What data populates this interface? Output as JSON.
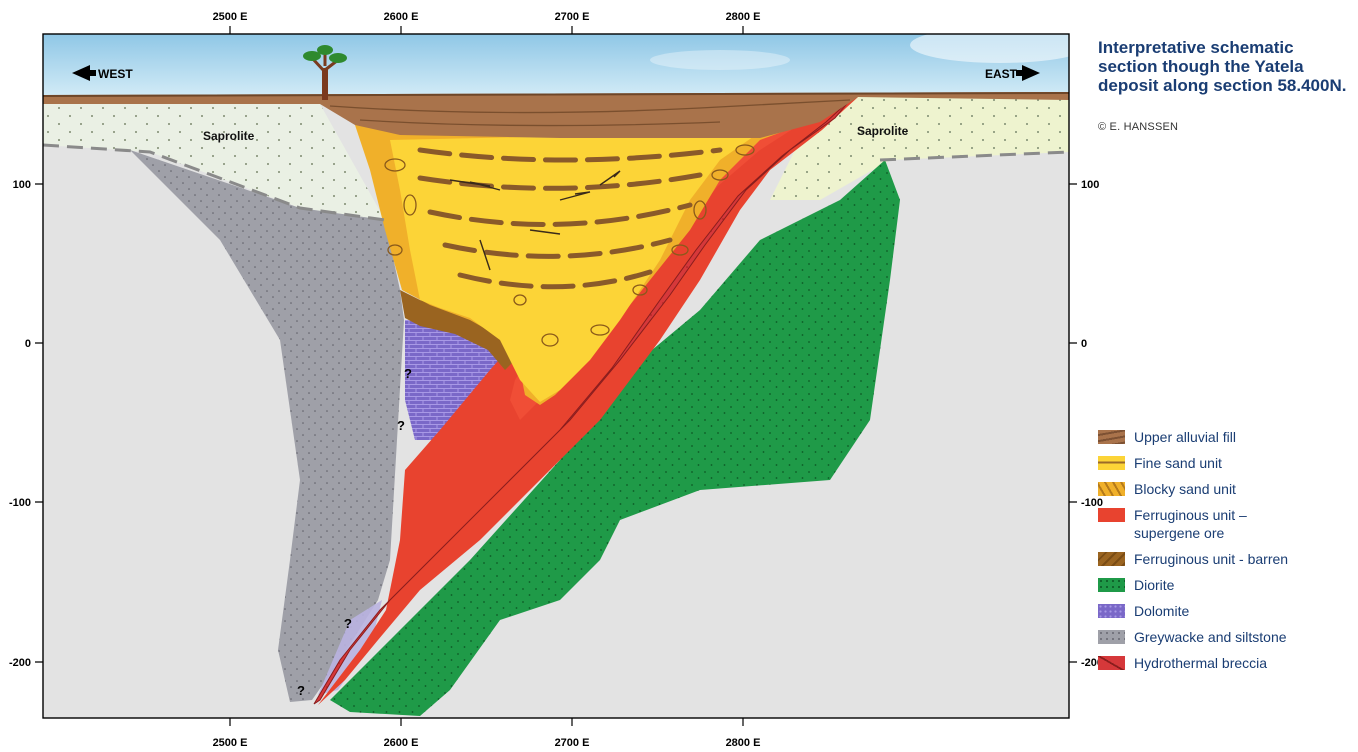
{
  "title": "Interpretative schematic section though the Yatela deposit along section 58.400N.",
  "credit": "© E. HANSSEN",
  "x_ticks": [
    "2500 E",
    "2600 E",
    "2700 E",
    "2800 E"
  ],
  "y_ticks": [
    "100",
    "0",
    "-100",
    "-200"
  ],
  "direction_west": "WEST",
  "direction_east": "EAST",
  "labels": {
    "saprolite_west": "Saprolite",
    "saprolite_east": "Saprolite",
    "question": "?"
  },
  "colors": {
    "upper_alluvial": "#a9734b",
    "fine_sand": "#fcd437",
    "blocky_sand": "#f0b02a",
    "ferruginous_ore": "#e8432f",
    "ferruginous_barren": "#9a6420",
    "diorite": "#1f9a48",
    "dolomite": "#7a68c8",
    "greywacke": "#9fa0a8",
    "hydrothermal": "#d6383a",
    "saprolite": "#eaf0e4",
    "background_rock": "#e3e3e3",
    "sky": "#a9d5ec"
  },
  "legend": [
    {
      "label": "Upper alluvial fill",
      "icon": "upper-alluvial-fill-swatch"
    },
    {
      "label": "Fine sand unit",
      "icon": "fine-sand-unit-swatch"
    },
    {
      "label": "Blocky sand unit",
      "icon": "blocky-sand-unit-swatch"
    },
    {
      "label": "Ferruginous unit – supergene ore",
      "icon": "ferruginous-supergene-ore-swatch"
    },
    {
      "label": "Ferruginous unit - barren",
      "icon": "ferruginous-barren-swatch"
    },
    {
      "label": "Diorite",
      "icon": "diorite-swatch"
    },
    {
      "label": "Dolomite",
      "icon": "dolomite-swatch"
    },
    {
      "label": "Greywacke and siltstone",
      "icon": "greywacke-siltstone-swatch"
    },
    {
      "label": "Hydrothermal breccia",
      "icon": "hydrothermal-breccia-swatch"
    }
  ]
}
